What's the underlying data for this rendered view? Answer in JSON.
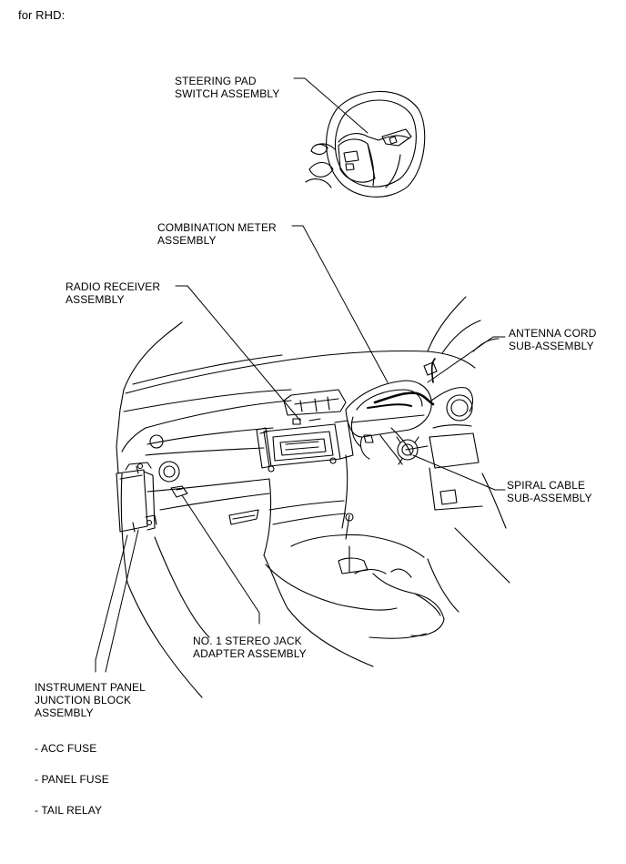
{
  "header": {
    "variant": "for RHD:"
  },
  "labels": {
    "steering_pad": [
      "STEERING PAD",
      "SWITCH ASSEMBLY"
    ],
    "combination_meter": [
      "COMBINATION METER",
      "ASSEMBLY"
    ],
    "radio_receiver": [
      "RADIO RECEIVER",
      "ASSEMBLY"
    ],
    "antenna_cord": [
      "ANTENNA CORD",
      "SUB-ASSEMBLY"
    ],
    "spiral_cable": [
      "SPIRAL CABLE",
      "SUB-ASSEMBLY"
    ],
    "stereo_jack": [
      "NO. 1 STEREO JACK",
      "ADAPTER ASSEMBLY"
    ],
    "junction_block": [
      "INSTRUMENT PANEL",
      "JUNCTION BLOCK",
      "ASSEMBLY"
    ]
  },
  "junction_items": [
    "- ACC FUSE",
    "- PANEL FUSE",
    "- TAIL RELAY"
  ],
  "colors": {
    "line": "#000000",
    "background": "#ffffff"
  }
}
